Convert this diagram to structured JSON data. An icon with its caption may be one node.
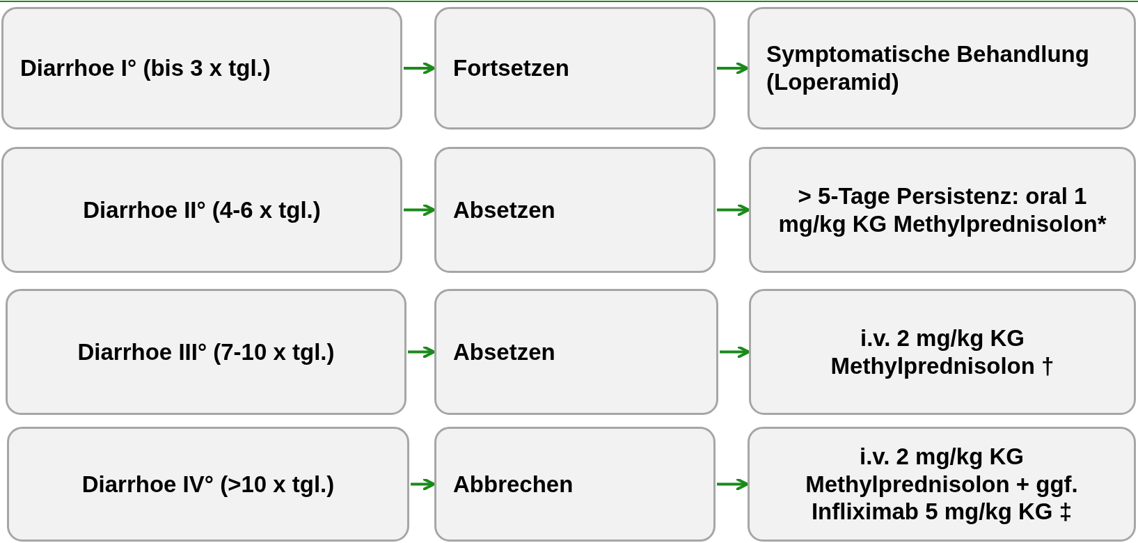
{
  "diagram": {
    "nodes": [
      {
        "text": [
          "Diarrhoe I° (bis 3 x tgl.)"
        ]
      },
      {
        "text": [
          "Fortsetzen"
        ]
      },
      {
        "text": [
          "Symptomatische Behandlung (Loperamid)"
        ]
      },
      {
        "text": [
          "Diarrhoe II° (4-6 x tgl.)"
        ]
      },
      {
        "text": [
          "Absetzen"
        ]
      },
      {
        "text": [
          "> 5-Tage Persistenz: oral 1 mg/kg KG Methylprednisolon*"
        ]
      },
      {
        "text": [
          "Diarrhoe III° (7-10 x tgl.)"
        ]
      },
      {
        "text": [
          "Absetzen"
        ]
      },
      {
        "text": [
          "i.v. 2 mg/kg KG Methylprednisolon †"
        ]
      },
      {
        "text": [
          "Diarrhoe IV° (>10 x tgl.)"
        ]
      },
      {
        "text": [
          "Abbrechen"
        ]
      },
      {
        "text": [
          "i.v. 2 mg/kg KG Methylprednisolon + ggf. Infliximab 5 mg/kg KG ‡"
        ]
      }
    ],
    "edges": [
      {
        "from": 0,
        "to": 1,
        "arrow": "to"
      },
      {
        "from": 1,
        "to": 2,
        "arrow": "to"
      },
      {
        "from": 3,
        "to": 4,
        "arrow": "to"
      },
      {
        "from": 4,
        "to": 5,
        "arrow": "to"
      },
      {
        "from": 6,
        "to": 7,
        "arrow": "to"
      },
      {
        "from": 7,
        "to": 8,
        "arrow": "to"
      },
      {
        "from": 9,
        "to": 10,
        "arrow": "to"
      },
      {
        "from": 10,
        "to": 11,
        "arrow": "to"
      }
    ]
  }
}
